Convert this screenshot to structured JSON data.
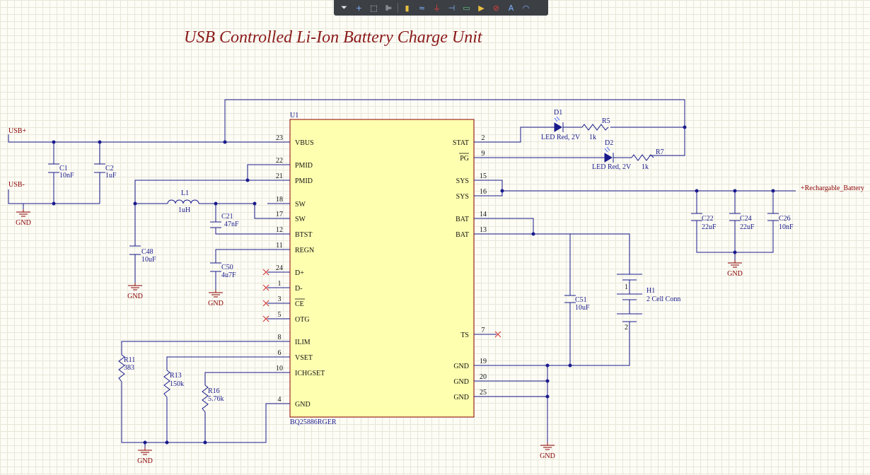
{
  "title": "USB Controlled Li-Ion Battery Charge Unit",
  "toolbar": {
    "tools": [
      {
        "name": "filter-tool",
        "glyph": "⏷",
        "color": "#dfe6ee"
      },
      {
        "name": "move-tool",
        "glyph": "+",
        "color": "#7fb2ff"
      },
      {
        "name": "select-rect-tool",
        "glyph": "⬚",
        "color": "#dfe6ee"
      },
      {
        "name": "align-tool",
        "glyph": "⊫",
        "color": "#dfe6ee"
      },
      {
        "name": "sep1",
        "glyph": "",
        "color": ""
      },
      {
        "name": "part-tool",
        "glyph": "▮",
        "color": "#e8c040"
      },
      {
        "name": "wire-tool",
        "glyph": "≈",
        "color": "#7fb2ff"
      },
      {
        "name": "power-port-tool",
        "glyph": "⏚",
        "color": "#e04040"
      },
      {
        "name": "bus-tool",
        "glyph": "⊣",
        "color": "#7fb2ff"
      },
      {
        "name": "harness-tool",
        "glyph": "▭",
        "color": "#60c080"
      },
      {
        "name": "port-tool",
        "glyph": "▶",
        "color": "#e8c040"
      },
      {
        "name": "directive-tool",
        "glyph": "⊘",
        "color": "#e04040"
      },
      {
        "name": "text-tool",
        "glyph": "A",
        "color": "#7fb2ff"
      },
      {
        "name": "arc-tool",
        "glyph": "◠",
        "color": "#7fb2ff"
      }
    ]
  },
  "ic": {
    "ref": "U1",
    "part": "BQ25886RGER",
    "fill": "#ffffb0",
    "left_pins": [
      {
        "num": "23",
        "name": "VBUS"
      },
      {
        "num": "22",
        "name": "PMID"
      },
      {
        "num": "21",
        "name": "PMID"
      },
      {
        "num": "18",
        "name": "SW"
      },
      {
        "num": "17",
        "name": "SW"
      },
      {
        "num": "12",
        "name": "BTST"
      },
      {
        "num": "11",
        "name": "REGN"
      },
      {
        "num": "24",
        "name": "D+"
      },
      {
        "num": "1",
        "name": "D-"
      },
      {
        "num": "3",
        "name": "CE"
      },
      {
        "num": "5",
        "name": "OTG"
      },
      {
        "num": "8",
        "name": "ILIM"
      },
      {
        "num": "6",
        "name": "VSET"
      },
      {
        "num": "10",
        "name": "ICHGSET"
      },
      {
        "num": "4",
        "name": "GND"
      }
    ],
    "right_pins": [
      {
        "num": "2",
        "name": "STAT"
      },
      {
        "num": "9",
        "name": "PG"
      },
      {
        "num": "15",
        "name": "SYS"
      },
      {
        "num": "16",
        "name": "SYS"
      },
      {
        "num": "14",
        "name": "BAT"
      },
      {
        "num": "13",
        "name": "BAT"
      },
      {
        "num": "7",
        "name": "TS"
      },
      {
        "num": "19",
        "name": "GND"
      },
      {
        "num": "20",
        "name": "GND"
      },
      {
        "num": "25",
        "name": "GND"
      }
    ]
  },
  "nets": {
    "usb_plus": "USB+",
    "usb_minus": "USB-",
    "battery": "+Rechargable_Battery",
    "gnd": "GND"
  },
  "components": {
    "C1": {
      "ref": "C1",
      "value": "10nF"
    },
    "C2": {
      "ref": "C2",
      "value": "1uF"
    },
    "L1": {
      "ref": "L1",
      "value": "1uH"
    },
    "C21": {
      "ref": "C21",
      "value": "47nF"
    },
    "C48": {
      "ref": "C48",
      "value": "10uF"
    },
    "C50": {
      "ref": "C50",
      "value": "4u7F"
    },
    "R11": {
      "ref": "R11",
      "value": "383"
    },
    "R13": {
      "ref": "R13",
      "value": "150k"
    },
    "R16": {
      "ref": "R16",
      "value": "5.76k"
    },
    "D1": {
      "ref": "D1",
      "value": "LED Red, 2V"
    },
    "D2": {
      "ref": "D2",
      "value": "LED Red, 2V"
    },
    "R5": {
      "ref": "R5",
      "value": "1k"
    },
    "R7": {
      "ref": "R7",
      "value": "1k"
    },
    "C22": {
      "ref": "C22",
      "value": "22uF"
    },
    "C24": {
      "ref": "C24",
      "value": "22uF"
    },
    "C26": {
      "ref": "C26",
      "value": "10nF"
    },
    "C51": {
      "ref": "C51",
      "value": "10uF"
    },
    "H1": {
      "ref": "H1",
      "value": "2 Cell Conn",
      "pin1": "1",
      "pin2": "2"
    }
  },
  "colors": {
    "wire": "#1a1a8c",
    "ground": "#8b0000",
    "title": "#8b1a1a",
    "ic_fill": "#ffffb0",
    "no_connect": "#d03030"
  }
}
